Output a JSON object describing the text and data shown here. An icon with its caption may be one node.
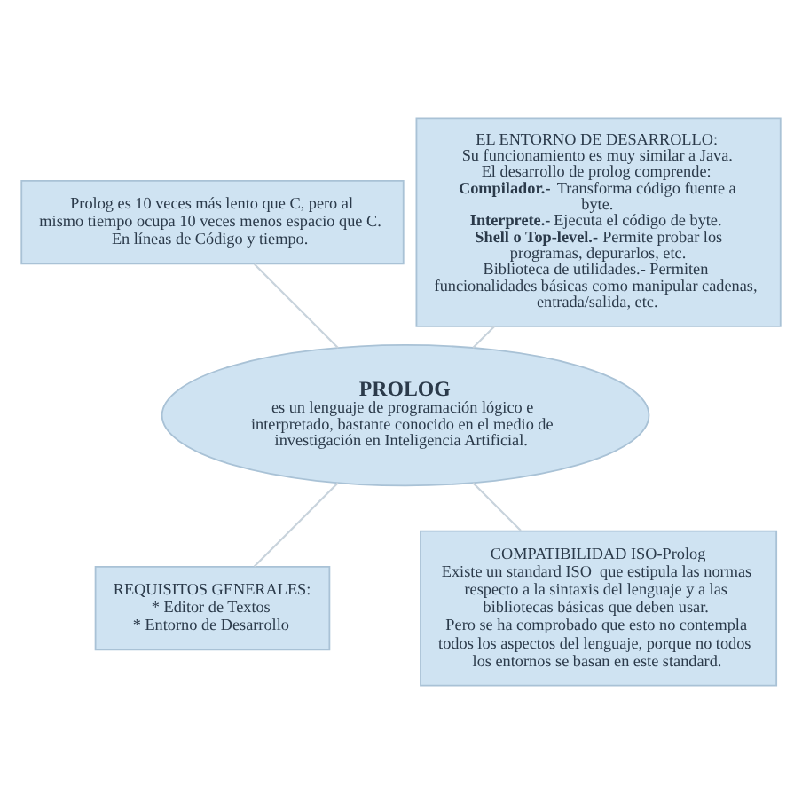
{
  "diagram": {
    "nodes": [
      {
        "text": [
          "EL ENTORNO DE DESARROLLO:",
          "Su funcionamiento es muy similar a Java.",
          "El desarrollo de prolog comprende:",
          "**Compilador.-** Transforma código fuente a byte.",
          "**Interprete.-** Ejecuta el código de byte.",
          "**Shell o Top-level.-** Permite probar los programas, depurarlos, etc.",
          "Biblioteca de utilidades.- Permiten funcionalidades básicas como manipular cadenas, entrada/salida, etc."
        ]
      },
      {
        "text": [
          "Prolog es 10 veces más lento que C, pero al mismo tiempo ocupa 10 veces menos espacio que C. En líneas de Código y tiempo."
        ]
      },
      {
        "text": [
          "PROLOG",
          "es un lenguaje de programación lógico e interpretado, bastante conocido en el medio de investigación en Inteligencia Artificial."
        ]
      },
      {
        "text": [
          "REQUISITOS GENERALES:",
          "* Editor de Textos",
          "* Entorno de Desarrollo"
        ]
      },
      {
        "text": [
          "COMPATIBILIDAD ISO-Prolog",
          "Existe un standard ISO  que estipula las normas respecto a la sintaxis del lenguaje y a las bibliotecas básicas que deben usar.",
          "Pero se ha comprobado que esto no contempla todos los aspectos del lenguaje, porque no todos los entornos se basan en este standard."
        ]
      }
    ],
    "edges": [
      {
        "from": 2,
        "to": 0,
        "arrow": "none"
      },
      {
        "from": 2,
        "to": 1,
        "arrow": "none"
      },
      {
        "from": 2,
        "to": 3,
        "arrow": "none"
      },
      {
        "from": 2,
        "to": 4,
        "arrow": "none"
      }
    ]
  }
}
